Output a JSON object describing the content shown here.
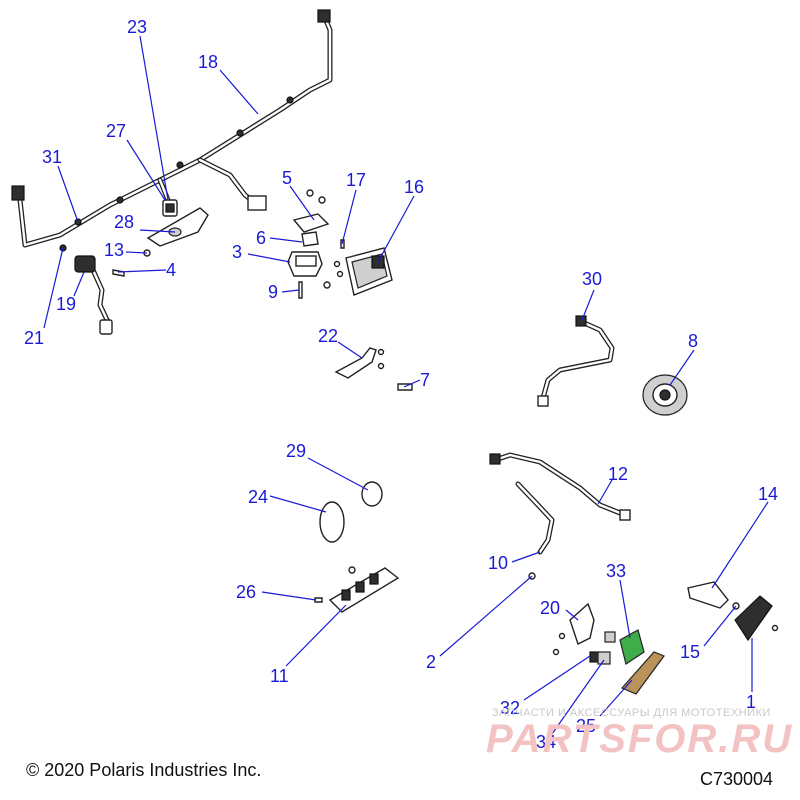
{
  "callouts": {
    "c1": "1",
    "c2": "2",
    "c3": "3",
    "c4": "4",
    "c5": "5",
    "c6": "6",
    "c7": "7",
    "c8": "8",
    "c9": "9",
    "c10": "10",
    "c11": "11",
    "c12": "12",
    "c13": "13",
    "c14": "14",
    "c15": "15",
    "c16": "16",
    "c17": "17",
    "c18": "18",
    "c19": "19",
    "c20": "20",
    "c21": "21",
    "c22": "22",
    "c23": "23",
    "c24": "24",
    "c25": "25",
    "c26": "26",
    "c27": "27",
    "c28": "28",
    "c29": "29",
    "c30": "30",
    "c31": "31",
    "c32": "32",
    "c33": "33",
    "c34": "34"
  },
  "footer": {
    "copyright": "© 2020 Polaris Industries Inc.",
    "diagram_code": "C730004"
  },
  "watermark": {
    "tagline": "ЗАПЧАСТИ И АКСЕССУАРЫ ДЛЯ МОТОТЕХНИКИ",
    "brand": "PARTSFOR.RU"
  },
  "colors": {
    "callout": "#1a1ad6",
    "line_art": "#222222",
    "watermark": "#f3c2c2"
  }
}
